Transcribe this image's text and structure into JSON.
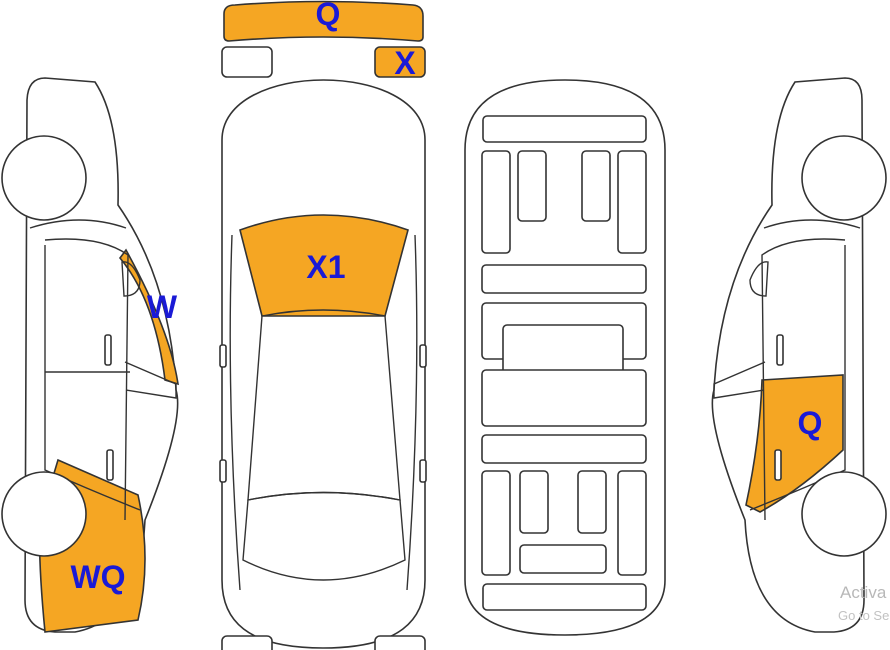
{
  "colors": {
    "damage_fill": "#F5A623",
    "label_text": "#1A1AD6",
    "outline": "#333333",
    "background": "#FFFFFF"
  },
  "labels": {
    "top_bumper": "Q",
    "top_small_panel": "X",
    "hood": "X1",
    "left_front_door_edge": "W",
    "left_rear_quarter": "WQ",
    "right_rear_door": "Q"
  },
  "watermark": {
    "line1": "Activa",
    "line2": "Go to Se"
  }
}
